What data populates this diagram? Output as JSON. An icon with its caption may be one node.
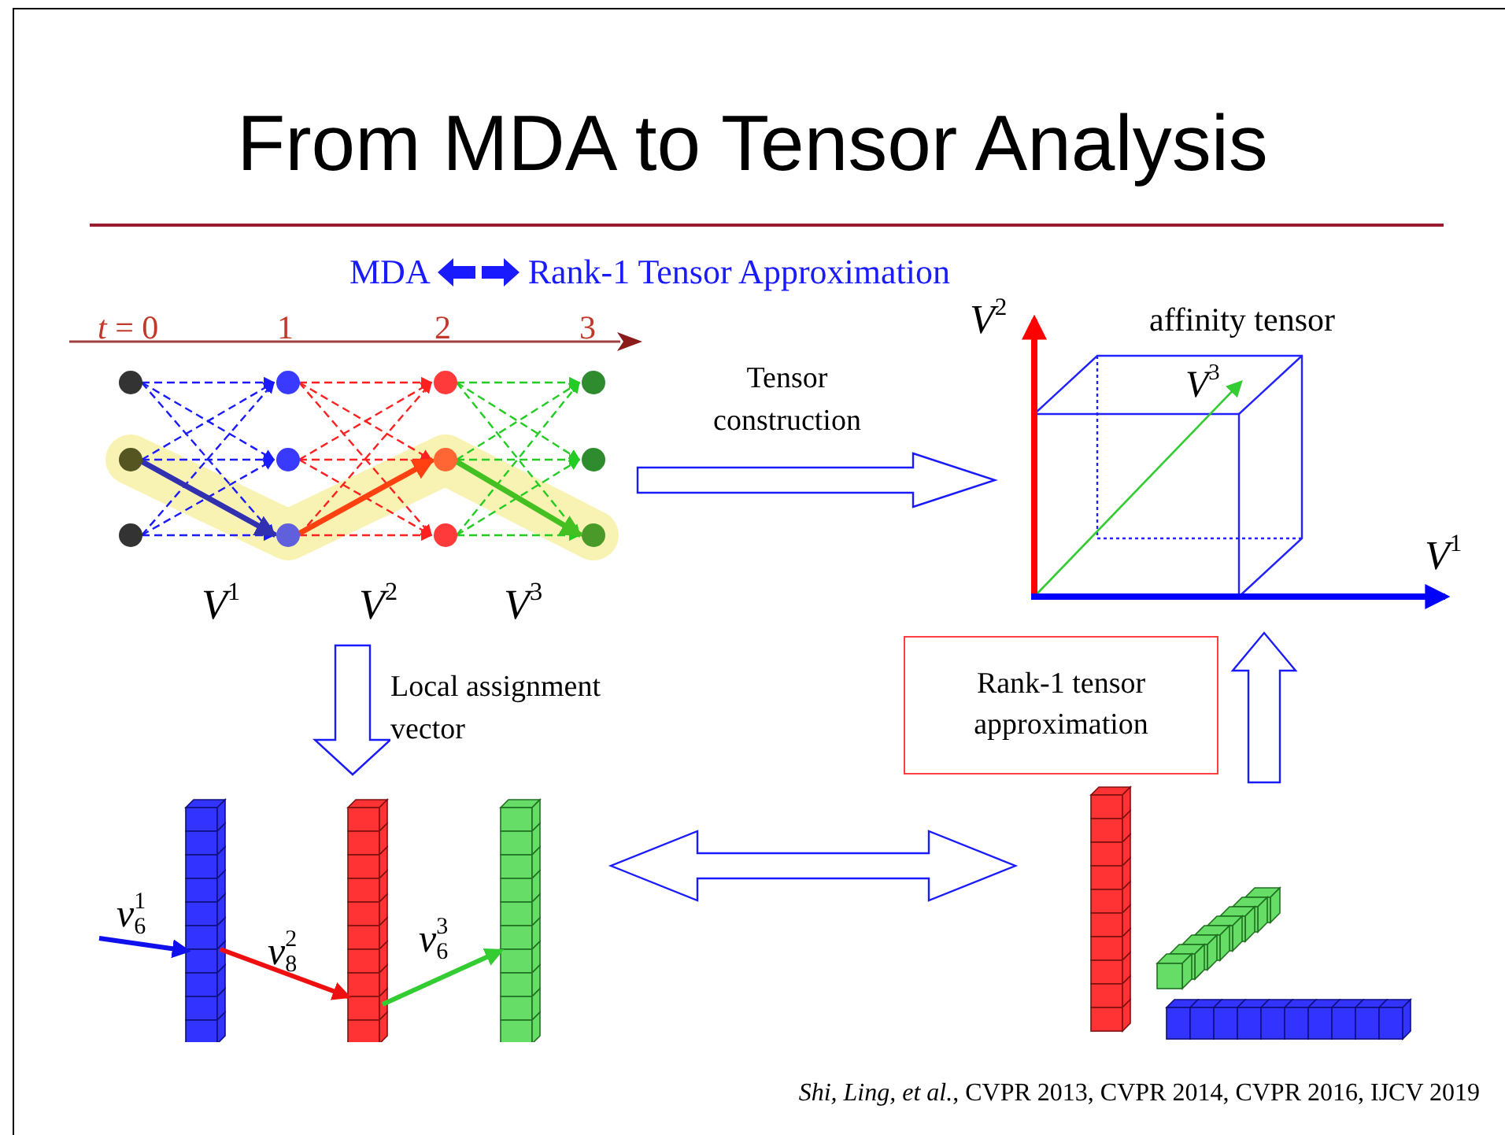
{
  "diagram": {
    "title": "From MDA to Tensor Analysis",
    "caption": "*Shi, Ling, et al.*, CVPR 2013, CVPR 2014, CVPR 2016, IJCV 2019",
    "nodes": [
      {
        "text": [],
        "shape": "picture"
      },
      {
        "text": [
          "affinity tensor"
        ]
      },
      {
        "text": [],
        "shape": "picture"
      },
      {
        "text": [],
        "shape": "picture"
      },
      {
        "text": [
          "Rank-1 tensor approximation"
        ]
      }
    ],
    "edges": [
      {
        "from": 0,
        "to": 1,
        "arrow": "to",
        "label": "Tensor construction"
      },
      {
        "from": 0,
        "to": 2,
        "arrow": "to",
        "label": "Local assignment vector"
      },
      {
        "from": 2,
        "to": 3,
        "arrow": "both"
      },
      {
        "from": 3,
        "to": 1,
        "arrow": "to"
      }
    ],
    "labels": [
      "MDA",
      "Rank-1 Tensor Approximation",
      "*t* = 0",
      "1",
      "2",
      "3",
      "*V*$^{1}$",
      "*V*$^{2}$",
      "*V*$^{3}$",
      "*V*$^{2}$",
      "*V*$^{3}$",
      "*V*$^{1}$",
      "*v*$^{1}$$_{6}$",
      "*v*$^{2}$$_{8}$",
      "*v*$^{3}$$_{6}$"
    ]
  }
}
